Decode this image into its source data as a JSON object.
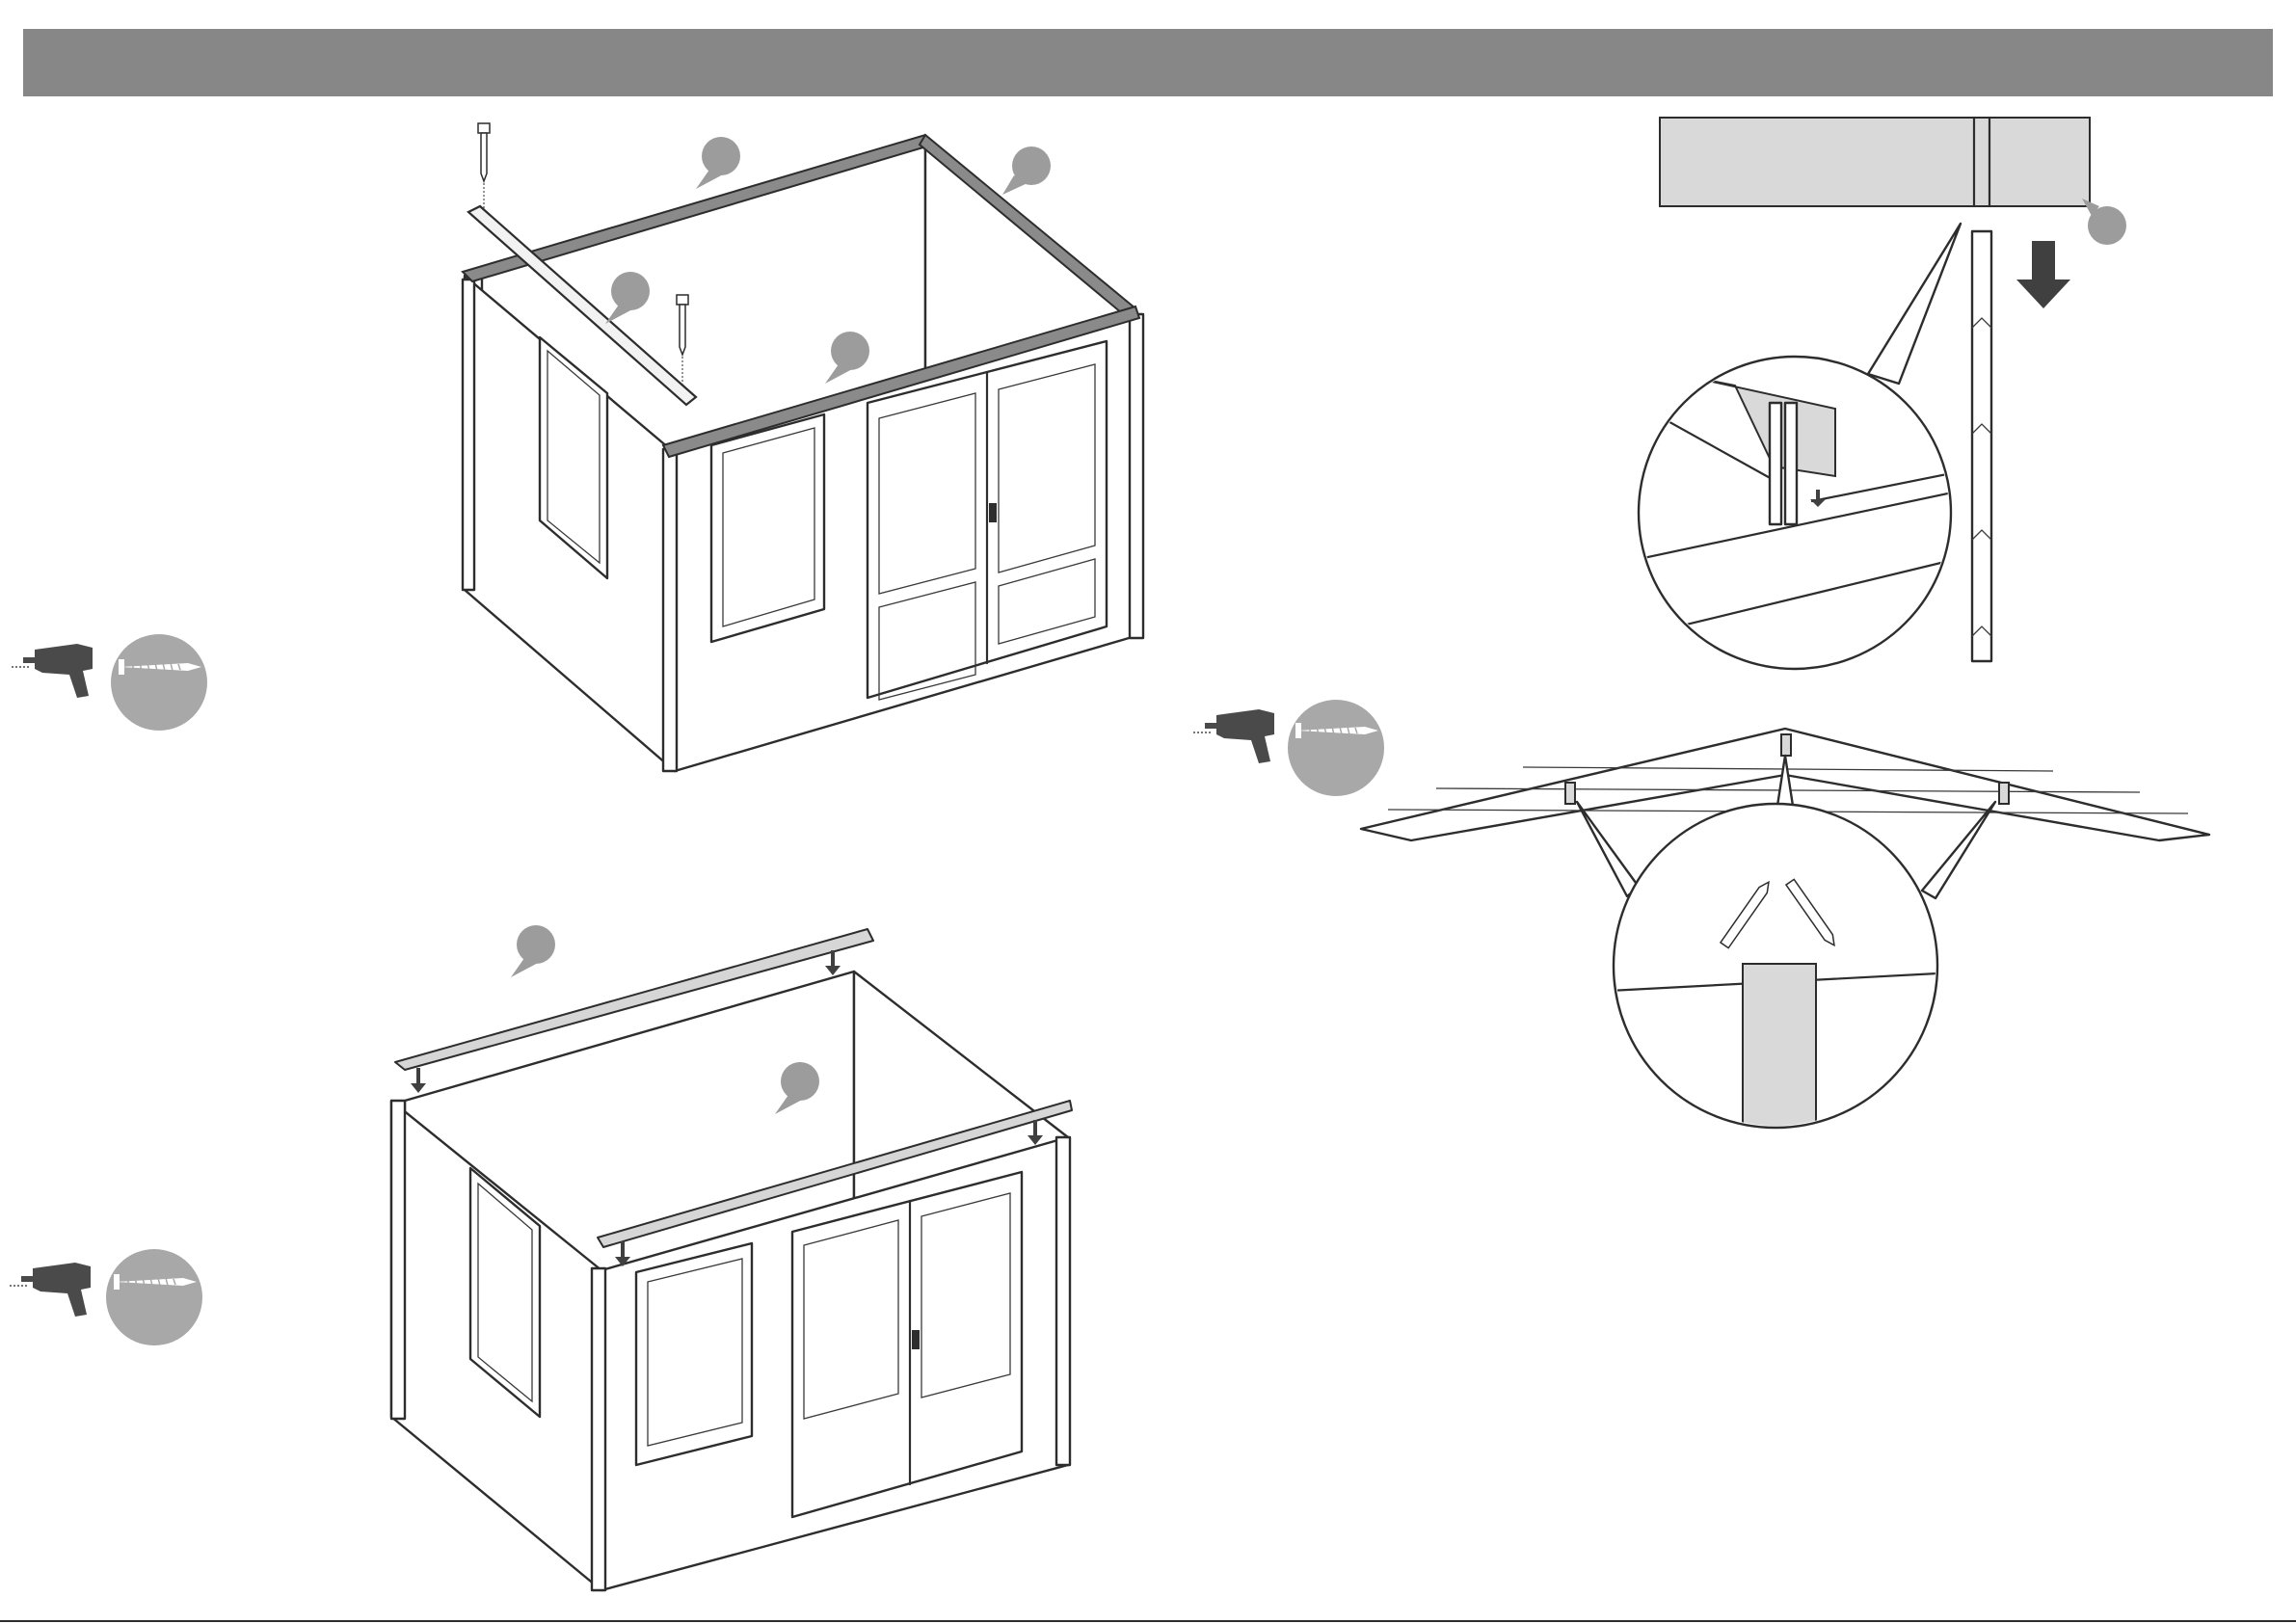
{
  "header": {
    "color": "#878787"
  },
  "colors": {
    "line": "#2d2d2d",
    "marker": "#9c9c9c",
    "tool_circle": "#a8a8a8",
    "roof_board": "#d6d6d6",
    "drill": "#4a4a4a"
  },
  "icons": {
    "drill": "drill-icon",
    "screw": "screw-icon",
    "marker": "part-marker-icon",
    "arrow_down": "arrow-down-icon"
  },
  "steps": [
    {
      "id": "top-cabin-ridge-beam",
      "tool": "drill-icon",
      "fastener": "screw-icon"
    },
    {
      "id": "bottom-cabin-gable-boards",
      "tool": "drill-icon",
      "fastener": "screw-icon"
    },
    {
      "id": "right-gable-truss",
      "tool": "drill-icon",
      "fastener": "screw-icon"
    }
  ]
}
